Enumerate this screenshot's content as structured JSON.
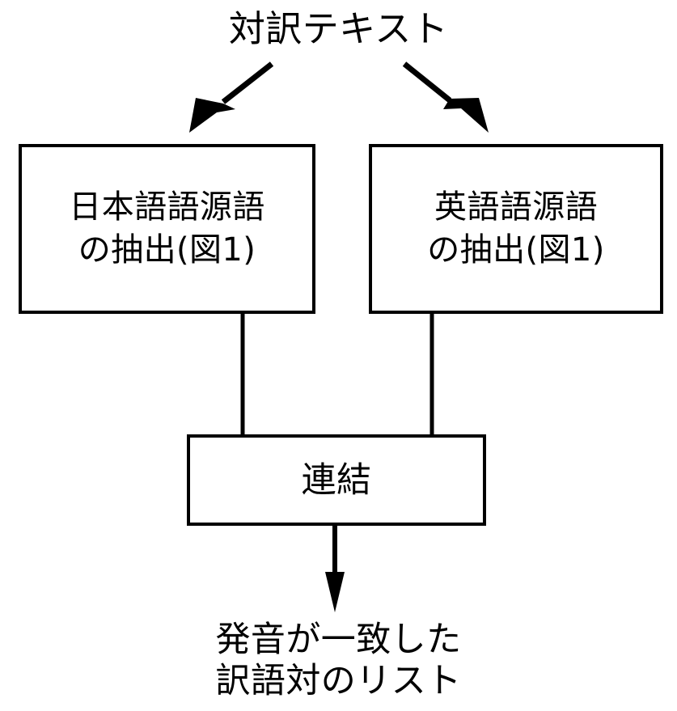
{
  "diagram": {
    "title_label": "対訳テキスト",
    "output_label_line1": "発音が一致した",
    "output_label_line2": "訳語対のリスト",
    "nodes": {
      "japanese": {
        "line1": "日本語語源語",
        "line2": "の抽出(図1)"
      },
      "english": {
        "line1": "英語語源語",
        "line2": "の抽出(図1)"
      },
      "link": {
        "line1": "連結"
      }
    },
    "colors": {
      "stroke": "#000000",
      "background": "#ffffff",
      "text": "#000000"
    },
    "edges": [
      {
        "name": "text-to-japanese",
        "kind": "arrow-diagonal-down-left"
      },
      {
        "name": "text-to-english",
        "kind": "arrow-diagonal-down-right"
      },
      {
        "name": "japanese-to-link",
        "kind": "elbow-connector"
      },
      {
        "name": "english-to-link",
        "kind": "elbow-connector"
      },
      {
        "name": "link-to-output",
        "kind": "arrow-down"
      }
    ]
  }
}
